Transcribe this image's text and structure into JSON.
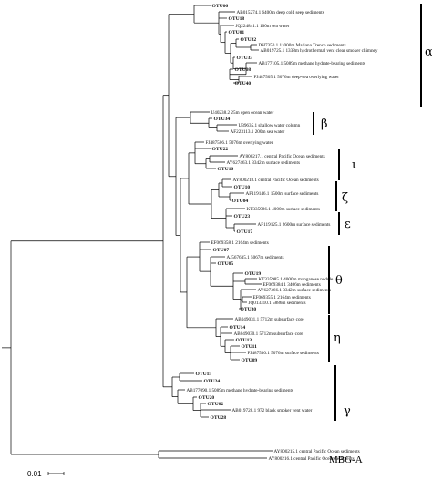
{
  "tree": {
    "leaves": [
      {
        "id": "l01",
        "label": "OTU06",
        "otu": true
      },
      {
        "id": "l02",
        "label": "AB015274.1 6400m deep cold seep sediments",
        "otu": false
      },
      {
        "id": "l03",
        "label": "OTU18",
        "otu": true
      },
      {
        "id": "l04",
        "label": "JQ224841.1 100m sea water",
        "otu": false
      },
      {
        "id": "l05",
        "label": "OTU01",
        "otu": true
      },
      {
        "id": "l06",
        "label": "OTU32",
        "otu": true
      },
      {
        "id": "l07",
        "label": "DH7350.1 11000m Mariana Trench sediments",
        "otu": false
      },
      {
        "id": "l08",
        "label": "AB019725.1 1338m hydrothermal vent clear smoker chimney",
        "otu": false
      },
      {
        "id": "l09",
        "label": "OTU33",
        "otu": true
      },
      {
        "id": "l10",
        "label": "AB177105.1 5089m methane hydrate-bearing sediments",
        "otu": false
      },
      {
        "id": "l11",
        "label": "OTU08",
        "otu": true
      },
      {
        "id": "l12",
        "label": "FJ487505.1 5076m deep-sea overlying water",
        "otu": false
      },
      {
        "id": "l13",
        "label": "OTU40",
        "otu": true
      },
      {
        "id": "l14",
        "label": "U40238.2 25m open ocean water",
        "otu": false
      },
      {
        "id": "l15",
        "label": "OTU34",
        "otu": true
      },
      {
        "id": "l16",
        "label": "U39635.1 shallow water column",
        "otu": false
      },
      {
        "id": "l17",
        "label": "AF223113.1 200m sea water",
        "otu": false
      },
      {
        "id": "l18",
        "label": "FJ487506.1 5076m overlying water",
        "otu": false
      },
      {
        "id": "l19",
        "label": "OTU22",
        "otu": true
      },
      {
        "id": "l20",
        "label": "AY800217.1 central Pacific Ocean sediments",
        "otu": false
      },
      {
        "id": "l21",
        "label": "AY627463.1 3342m surface sediments",
        "otu": false
      },
      {
        "id": "l22",
        "label": "OTU16",
        "otu": true
      },
      {
        "id": "l23",
        "label": "AY800218.1 central Pacific Ocean sediments",
        "otu": false
      },
      {
        "id": "l24",
        "label": "OTU10",
        "otu": true
      },
      {
        "id": "l25",
        "label": "AF119146.1 1500m surface sediments",
        "otu": false
      },
      {
        "id": "l26",
        "label": "OTU04",
        "otu": true
      },
      {
        "id": "l27",
        "label": "KT335986.1 4000m surface sediments",
        "otu": false
      },
      {
        "id": "l28",
        "label": "OTU23",
        "otu": true
      },
      {
        "id": "l29",
        "label": "AF119125.1 2600m surface sediments",
        "otu": false
      },
      {
        "id": "l30",
        "label": "OTU17",
        "otu": true
      },
      {
        "id": "l31",
        "label": "EF069358.1 2164m sediments",
        "otu": false
      },
      {
        "id": "l32",
        "label": "OTU07",
        "otu": true
      },
      {
        "id": "l33",
        "label": "AJ567635.1 5067m sediments",
        "otu": false
      },
      {
        "id": "l34",
        "label": "OTU05",
        "otu": true
      },
      {
        "id": "l35",
        "label": "OTU19",
        "otu": true
      },
      {
        "id": "l36",
        "label": "KT335985.1 4000m manganese nodule",
        "otu": false
      },
      {
        "id": "l37",
        "label": "EF069384.1 3406m sediments",
        "otu": false
      },
      {
        "id": "l38",
        "label": "AY627466.1 3342m surface sediments",
        "otu": false
      },
      {
        "id": "l39",
        "label": "EF069355.1 2164m sediments",
        "otu": false
      },
      {
        "id": "l40",
        "label": "JQ013310.1 5886m sediments",
        "otu": false
      },
      {
        "id": "l41",
        "label": "OTU30",
        "otu": true
      },
      {
        "id": "l42",
        "label": "AB049031.1 5712m subsurface core",
        "otu": false
      },
      {
        "id": "l43",
        "label": "OTU14",
        "otu": true
      },
      {
        "id": "l44",
        "label": "AB049030.1 5712m subsurface core",
        "otu": false
      },
      {
        "id": "l45",
        "label": "OTU13",
        "otu": true
      },
      {
        "id": "l46",
        "label": "OTU11",
        "otu": true
      },
      {
        "id": "l47",
        "label": "FJ487530.1 5076m surface sediments",
        "otu": false
      },
      {
        "id": "l48",
        "label": "OTU09",
        "otu": true
      },
      {
        "id": "l49",
        "label": "OTU15",
        "otu": true
      },
      {
        "id": "l50",
        "label": "OTU24",
        "otu": true
      },
      {
        "id": "l51",
        "label": "AB177090.1 5089m methane hydrate-bearing sediments",
        "otu": false
      },
      {
        "id": "l52",
        "label": "OTU20",
        "otu": true
      },
      {
        "id": "l53",
        "label": "OTU02",
        "otu": true
      },
      {
        "id": "l54",
        "label": "AB019728.1 972 black smoker vent water",
        "otu": false
      },
      {
        "id": "l55",
        "label": "OTU28",
        "otu": true
      },
      {
        "id": "l56",
        "label": "AY800215.1 central Pacific Ocean sediments",
        "otu": false
      },
      {
        "id": "l57",
        "label": "AY800216.1 central Pacific Ocean sediments",
        "otu": false
      }
    ],
    "clades": [
      {
        "id": "alpha",
        "label": "α"
      },
      {
        "id": "beta",
        "label": "β"
      },
      {
        "id": "iota",
        "label": "ι"
      },
      {
        "id": "zeta",
        "label": "ζ"
      },
      {
        "id": "epsilon",
        "label": "ε"
      },
      {
        "id": "theta",
        "label": "θ"
      },
      {
        "id": "eta",
        "label": "η"
      },
      {
        "id": "gamma",
        "label": "γ"
      },
      {
        "id": "mbga",
        "label": "MBG-A"
      }
    ],
    "scale": {
      "label": "0.01"
    }
  }
}
